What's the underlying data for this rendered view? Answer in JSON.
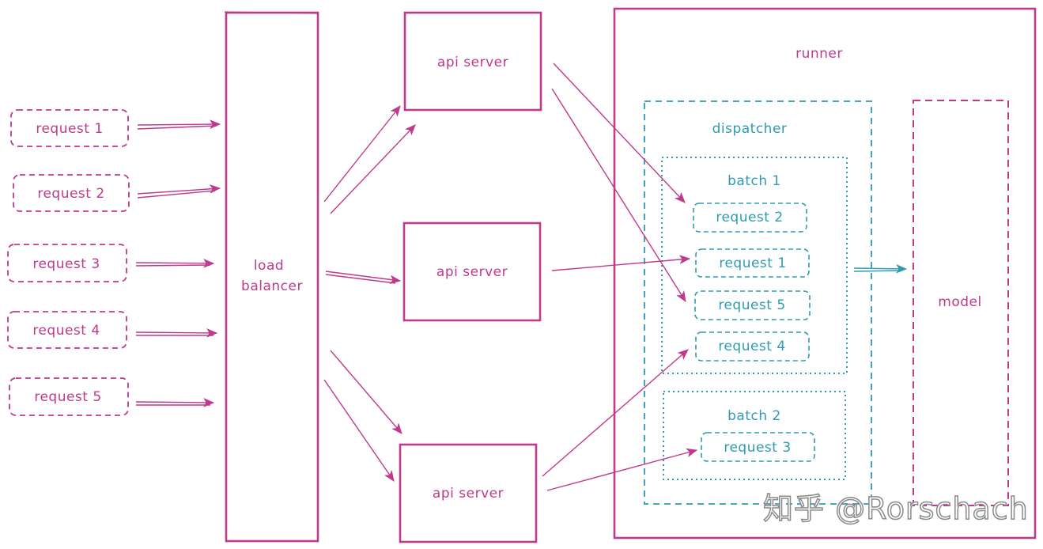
{
  "colors": {
    "magenta": "#c03a8c",
    "teal": "#2f9bb3"
  },
  "left_requests": [
    "request 1",
    "request 2",
    "request 3",
    "request 4",
    "request 5"
  ],
  "load_balancer": {
    "line1": "load",
    "line2": "balancer"
  },
  "api_servers": [
    "api server",
    "api server",
    "api server"
  ],
  "runner": {
    "label": "runner"
  },
  "dispatcher": {
    "label": "dispatcher"
  },
  "batch1": {
    "label": "batch 1",
    "requests": [
      "request 2",
      "request 1",
      "request 5",
      "request 4"
    ]
  },
  "batch2": {
    "label": "batch 2",
    "requests": [
      "request 3"
    ]
  },
  "model": {
    "label": "model"
  },
  "watermark": "知乎 @Rorschach"
}
